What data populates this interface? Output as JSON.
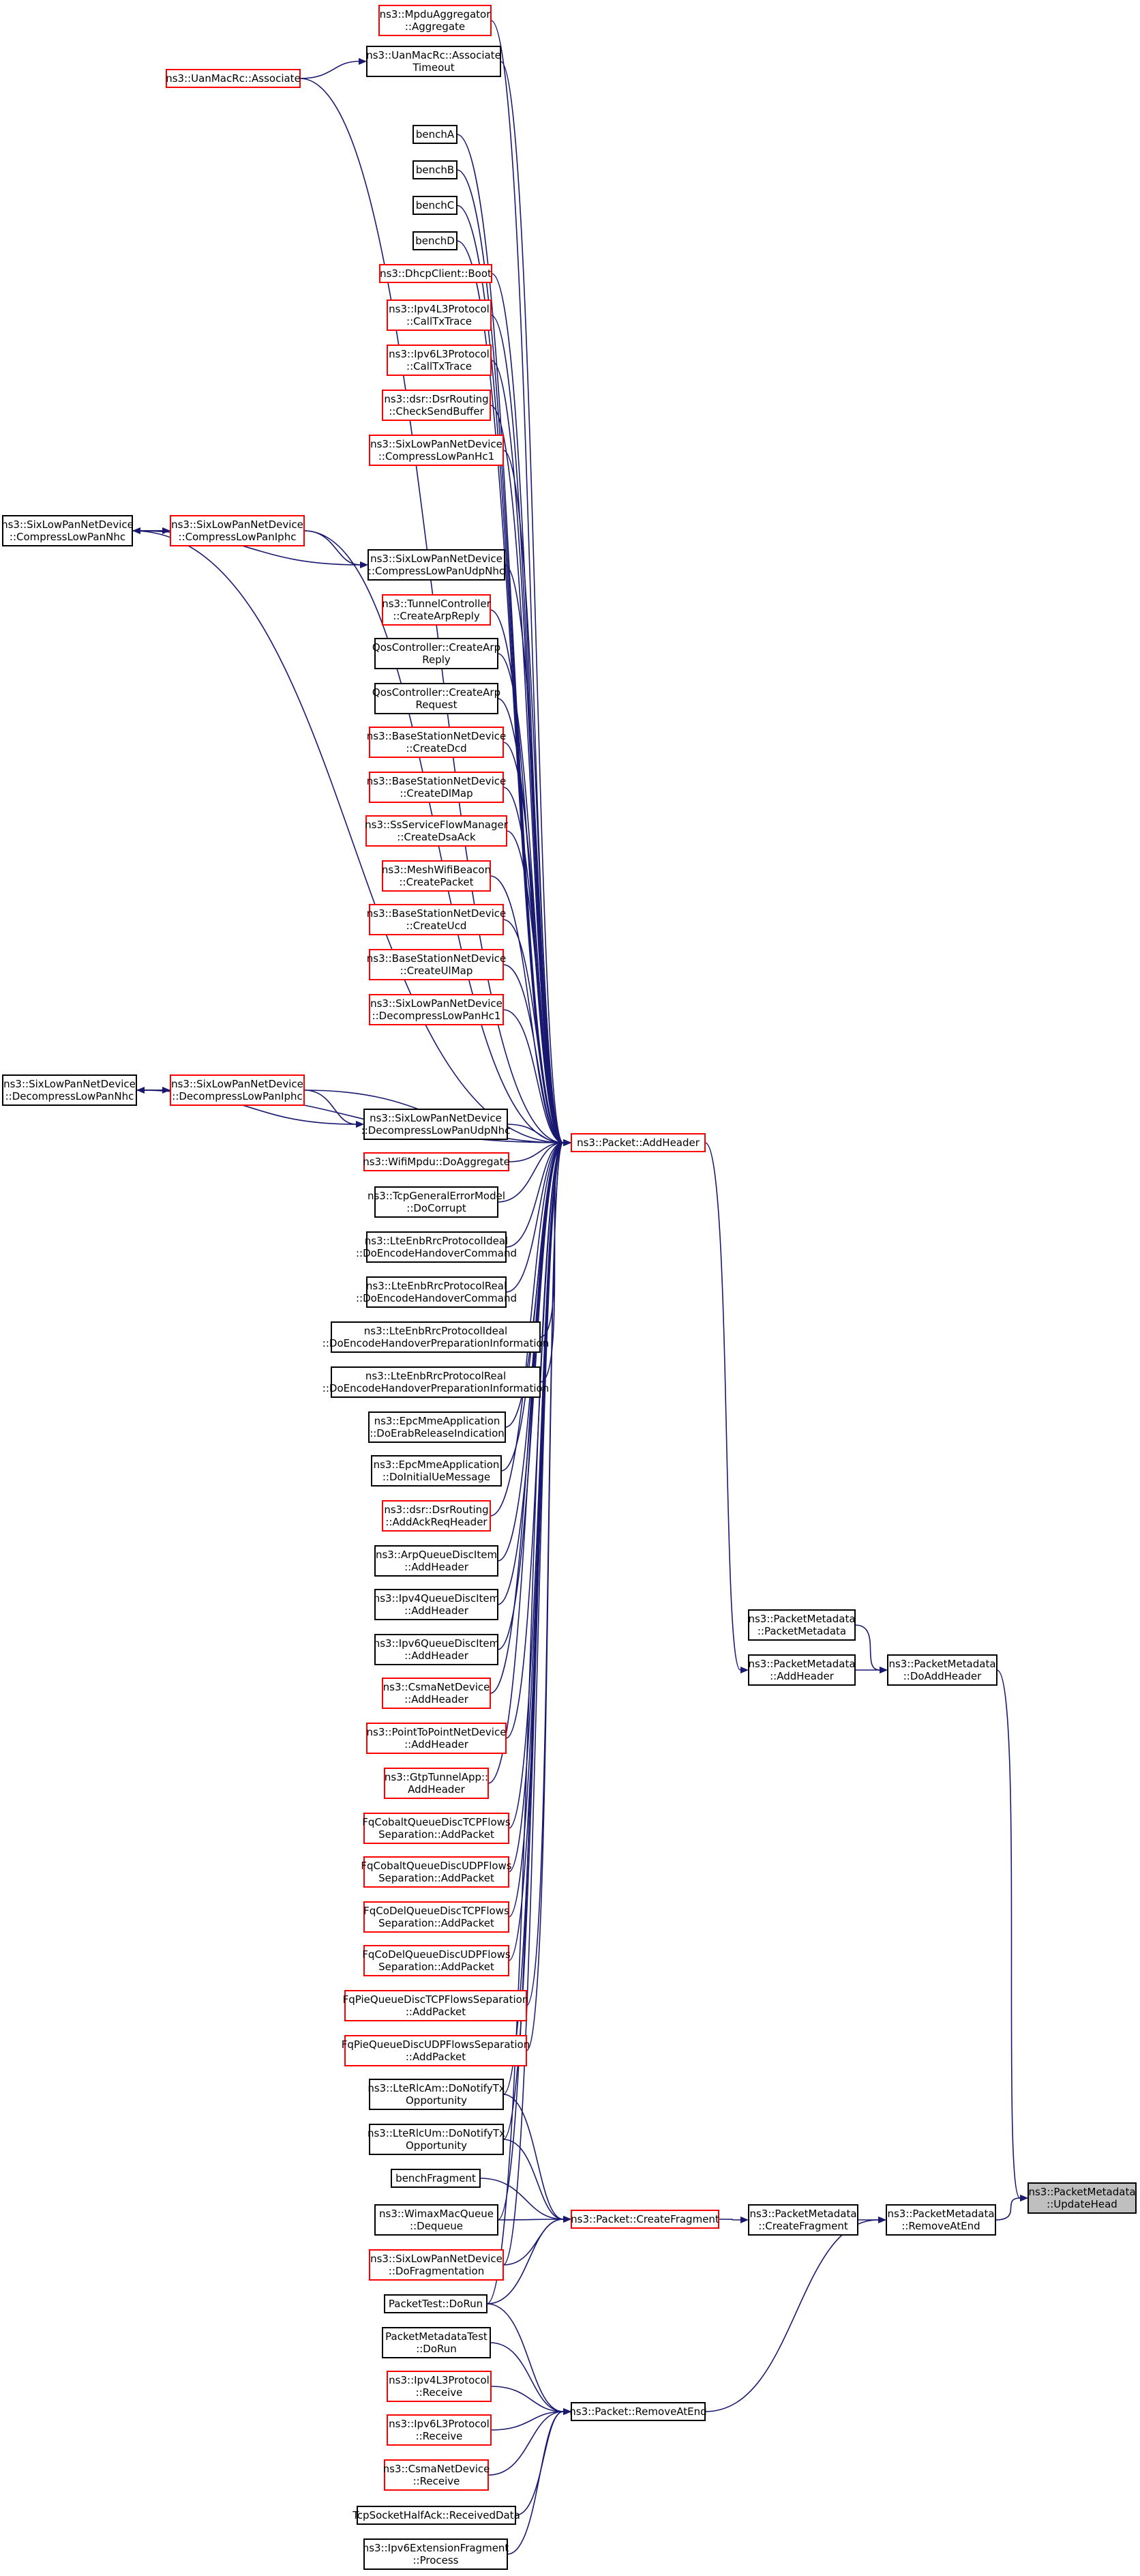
{
  "colors": {
    "edge": "#191970",
    "red_border": "#ff0000",
    "black_border": "#000000",
    "focus_fill": "#bfbfbf"
  },
  "nodes": [
    {
      "id": "mpduAgg",
      "lines": [
        "ns3::MpduAggregator",
        "::Aggregate"
      ],
      "border": "red"
    },
    {
      "id": "uanTimeout",
      "lines": [
        "ns3::UanMacRc::Associate",
        "Timeout"
      ],
      "border": "black"
    },
    {
      "id": "uanAssoc",
      "lines": [
        "ns3::UanMacRc::Associate"
      ],
      "border": "red"
    },
    {
      "id": "benchA",
      "lines": [
        "benchA"
      ],
      "border": "black"
    },
    {
      "id": "benchB",
      "lines": [
        "benchB"
      ],
      "border": "black"
    },
    {
      "id": "benchC",
      "lines": [
        "benchC"
      ],
      "border": "black"
    },
    {
      "id": "benchD",
      "lines": [
        "benchD"
      ],
      "border": "black"
    },
    {
      "id": "dhcpBoot",
      "lines": [
        "ns3::DhcpClient::Boot"
      ],
      "border": "red"
    },
    {
      "id": "ipv4Call",
      "lines": [
        "ns3::Ipv4L3Protocol",
        "::CallTxTrace"
      ],
      "border": "red"
    },
    {
      "id": "ipv6Call",
      "lines": [
        "ns3::Ipv6L3Protocol",
        "::CallTxTrace"
      ],
      "border": "red"
    },
    {
      "id": "dsrCheck",
      "lines": [
        "ns3::dsr::DsrRouting",
        "::CheckSendBuffer"
      ],
      "border": "red"
    },
    {
      "id": "compHc1",
      "lines": [
        "ns3::SixLowPanNetDevice",
        "::CompressLowPanHc1"
      ],
      "border": "red"
    },
    {
      "id": "compNhc",
      "lines": [
        "ns3::SixLowPanNetDevice",
        "::CompressLowPanNhc"
      ],
      "border": "black"
    },
    {
      "id": "compIphc",
      "lines": [
        "ns3::SixLowPanNetDevice",
        "::CompressLowPanIphc"
      ],
      "border": "red"
    },
    {
      "id": "compUdp",
      "lines": [
        "ns3::SixLowPanNetDevice",
        "::CompressLowPanUdpNhc"
      ],
      "border": "black"
    },
    {
      "id": "tunnelArp",
      "lines": [
        "ns3::TunnelController",
        "::CreateArpReply"
      ],
      "border": "red"
    },
    {
      "id": "qosReply",
      "lines": [
        "QosController::CreateArp",
        "Reply"
      ],
      "border": "black"
    },
    {
      "id": "qosReq",
      "lines": [
        "QosController::CreateArp",
        "Request"
      ],
      "border": "black"
    },
    {
      "id": "bsDcd",
      "lines": [
        "ns3::BaseStationNetDevice",
        "::CreateDcd"
      ],
      "border": "red"
    },
    {
      "id": "bsDlMap",
      "lines": [
        "ns3::BaseStationNetDevice",
        "::CreateDlMap"
      ],
      "border": "red"
    },
    {
      "id": "ssDsa",
      "lines": [
        "ns3::SsServiceFlowManager",
        "::CreateDsaAck"
      ],
      "border": "red"
    },
    {
      "id": "meshBeacon",
      "lines": [
        "ns3::MeshWifiBeacon",
        "::CreatePacket"
      ],
      "border": "red"
    },
    {
      "id": "bsUcd",
      "lines": [
        "ns3::BaseStationNetDevice",
        "::CreateUcd"
      ],
      "border": "red"
    },
    {
      "id": "bsUlMap",
      "lines": [
        "ns3::BaseStationNetDevice",
        "::CreateUlMap"
      ],
      "border": "red"
    },
    {
      "id": "decHc1",
      "lines": [
        "ns3::SixLowPanNetDevice",
        "::DecompressLowPanHc1"
      ],
      "border": "red"
    },
    {
      "id": "decNhc",
      "lines": [
        "ns3::SixLowPanNetDevice",
        "::DecompressLowPanNhc"
      ],
      "border": "black"
    },
    {
      "id": "decIphc",
      "lines": [
        "ns3::SixLowPanNetDevice",
        "::DecompressLowPanIphc"
      ],
      "border": "red"
    },
    {
      "id": "decUdp",
      "lines": [
        "ns3::SixLowPanNetDevice",
        "::DecompressLowPanUdpNhc"
      ],
      "border": "black"
    },
    {
      "id": "addHeader",
      "lines": [
        "ns3::Packet::AddHeader"
      ],
      "border": "red"
    },
    {
      "id": "wifiMpdu",
      "lines": [
        "ns3::WifiMpdu::DoAggregate"
      ],
      "border": "red"
    },
    {
      "id": "tcpErr",
      "lines": [
        "ns3::TcpGeneralErrorModel",
        "::DoCorrupt"
      ],
      "border": "black"
    },
    {
      "id": "lteIdealCmd",
      "lines": [
        "ns3::LteEnbRrcProtocolIdeal",
        "::DoEncodeHandoverCommand"
      ],
      "border": "black"
    },
    {
      "id": "lteRealCmd",
      "lines": [
        "ns3::LteEnbRrcProtocolReal",
        "::DoEncodeHandoverCommand"
      ],
      "border": "black"
    },
    {
      "id": "lteIdealPrep",
      "lines": [
        "ns3::LteEnbRrcProtocolIdeal",
        "::DoEncodeHandoverPreparationInformation"
      ],
      "border": "black"
    },
    {
      "id": "lteRealPrep",
      "lines": [
        "ns3::LteEnbRrcProtocolReal",
        "::DoEncodeHandoverPreparationInformation"
      ],
      "border": "black"
    },
    {
      "id": "epcErab",
      "lines": [
        "ns3::EpcMmeApplication",
        "::DoErabReleaseIndication"
      ],
      "border": "black"
    },
    {
      "id": "epcUe",
      "lines": [
        "ns3::EpcMmeApplication",
        "::DoInitialUeMessage"
      ],
      "border": "black"
    },
    {
      "id": "dsrAck",
      "lines": [
        "ns3::dsr::DsrRouting",
        "::AddAckReqHeader"
      ],
      "border": "red"
    },
    {
      "id": "arpQdi",
      "lines": [
        "ns3::ArpQueueDiscItem",
        "::AddHeader"
      ],
      "border": "black"
    },
    {
      "id": "ipv4Qdi",
      "lines": [
        "ns3::Ipv4QueueDiscItem",
        "::AddHeader"
      ],
      "border": "black"
    },
    {
      "id": "ipv6Qdi",
      "lines": [
        "ns3::Ipv6QueueDiscItem",
        "::AddHeader"
      ],
      "border": "black"
    },
    {
      "id": "csmaAdd",
      "lines": [
        "ns3::CsmaNetDevice",
        "::AddHeader"
      ],
      "border": "red"
    },
    {
      "id": "p2pAdd",
      "lines": [
        "ns3::PointToPointNetDevice",
        "::AddHeader"
      ],
      "border": "red"
    },
    {
      "id": "gtpAdd",
      "lines": [
        "ns3::GtpTunnelApp::",
        "AddHeader"
      ],
      "border": "red"
    },
    {
      "id": "fqCobTcp",
      "lines": [
        "FqCobaltQueueDiscTCPFlows",
        "Separation::AddPacket"
      ],
      "border": "red"
    },
    {
      "id": "fqCobUdp",
      "lines": [
        "FqCobaltQueueDiscUDPFlows",
        "Separation::AddPacket"
      ],
      "border": "red"
    },
    {
      "id": "fqCoDTcp",
      "lines": [
        "FqCoDelQueueDiscTCPFlows",
        "Separation::AddPacket"
      ],
      "border": "red"
    },
    {
      "id": "fqCoDUdp",
      "lines": [
        "FqCoDelQueueDiscUDPFlows",
        "Separation::AddPacket"
      ],
      "border": "red"
    },
    {
      "id": "fqPieTcp",
      "lines": [
        "FqPieQueueDiscTCPFlowsSeparation",
        "::AddPacket"
      ],
      "border": "red"
    },
    {
      "id": "fqPieUdp",
      "lines": [
        "FqPieQueueDiscUDPFlowsSeparation",
        "::AddPacket"
      ],
      "border": "red"
    },
    {
      "id": "rlcAm",
      "lines": [
        "ns3::LteRlcAm::DoNotifyTx",
        "Opportunity"
      ],
      "border": "black"
    },
    {
      "id": "rlcUm",
      "lines": [
        "ns3::LteRlcUm::DoNotifyTx",
        "Opportunity"
      ],
      "border": "black"
    },
    {
      "id": "benchFrag",
      "lines": [
        "benchFragment"
      ],
      "border": "black"
    },
    {
      "id": "wimaxDeq",
      "lines": [
        "ns3::WimaxMacQueue",
        "::Dequeue"
      ],
      "border": "black"
    },
    {
      "id": "sixFrag",
      "lines": [
        "ns3::SixLowPanNetDevice",
        "::DoFragmentation"
      ],
      "border": "red"
    },
    {
      "id": "createFrag",
      "lines": [
        "ns3::Packet::CreateFragment"
      ],
      "border": "red"
    },
    {
      "id": "pktTest",
      "lines": [
        "PacketTest::DoRun"
      ],
      "border": "black"
    },
    {
      "id": "pmTest",
      "lines": [
        "PacketMetadataTest",
        "::DoRun"
      ],
      "border": "black"
    },
    {
      "id": "ipv4Recv",
      "lines": [
        "ns3::Ipv4L3Protocol",
        "::Receive"
      ],
      "border": "red"
    },
    {
      "id": "ipv6Recv",
      "lines": [
        "ns3::Ipv6L3Protocol",
        "::Receive"
      ],
      "border": "red"
    },
    {
      "id": "csmaRecv",
      "lines": [
        "ns3::CsmaNetDevice",
        "::Receive"
      ],
      "border": "red"
    },
    {
      "id": "tcpHalf",
      "lines": [
        "TcpSocketHalfAck::ReceivedData"
      ],
      "border": "black"
    },
    {
      "id": "ipv6Ext",
      "lines": [
        "ns3::Ipv6ExtensionFragment",
        "::Process"
      ],
      "border": "black"
    },
    {
      "id": "removeAtEnd",
      "lines": [
        "ns3::Packet::RemoveAtEnd"
      ],
      "border": "black"
    },
    {
      "id": "pmPm",
      "lines": [
        "ns3::PacketMetadata",
        "::PacketMetadata"
      ],
      "border": "black"
    },
    {
      "id": "pmAdd",
      "lines": [
        "ns3::PacketMetadata",
        "::AddHeader"
      ],
      "border": "black"
    },
    {
      "id": "pmDoAdd",
      "lines": [
        "ns3::PacketMetadata",
        "::DoAddHeader"
      ],
      "border": "black"
    },
    {
      "id": "pmCreateFrag",
      "lines": [
        "ns3::PacketMetadata",
        "::CreateFragment"
      ],
      "border": "black"
    },
    {
      "id": "pmRemove",
      "lines": [
        "ns3::PacketMetadata",
        "::RemoveAtEnd"
      ],
      "border": "black"
    },
    {
      "id": "pmUpdate",
      "lines": [
        "ns3::PacketMetadata",
        "::UpdateHead"
      ],
      "border": "focus"
    }
  ],
  "edges": [
    [
      "pmDoAdd",
      "pmUpdate"
    ],
    [
      "pmRemove",
      "pmUpdate"
    ],
    [
      "pmPm",
      "pmDoAdd"
    ],
    [
      "pmAdd",
      "pmDoAdd"
    ],
    [
      "addHeader",
      "pmAdd"
    ],
    [
      "pmCreateFrag",
      "pmRemove"
    ],
    [
      "removeAtEnd",
      "pmRemove"
    ],
    [
      "createFrag",
      "pmCreateFrag"
    ],
    [
      "mpduAgg",
      "addHeader"
    ],
    [
      "uanTimeout",
      "addHeader"
    ],
    [
      "uanAssoc",
      "addHeader"
    ],
    [
      "uanAssoc",
      "uanTimeout"
    ],
    [
      "benchA",
      "addHeader"
    ],
    [
      "benchB",
      "addHeader"
    ],
    [
      "benchC",
      "addHeader"
    ],
    [
      "benchD",
      "addHeader"
    ],
    [
      "dhcpBoot",
      "addHeader"
    ],
    [
      "ipv4Call",
      "addHeader"
    ],
    [
      "ipv6Call",
      "addHeader"
    ],
    [
      "dsrCheck",
      "addHeader"
    ],
    [
      "compHc1",
      "addHeader"
    ],
    [
      "compNhc",
      "addHeader"
    ],
    [
      "compNhc",
      "compIphc"
    ],
    [
      "compNhc",
      "compUdp"
    ],
    [
      "compIphc",
      "compNhc"
    ],
    [
      "compIphc",
      "addHeader"
    ],
    [
      "compIphc",
      "compUdp"
    ],
    [
      "compUdp",
      "addHeader"
    ],
    [
      "tunnelArp",
      "addHeader"
    ],
    [
      "qosReply",
      "addHeader"
    ],
    [
      "qosReq",
      "addHeader"
    ],
    [
      "bsDcd",
      "addHeader"
    ],
    [
      "bsDlMap",
      "addHeader"
    ],
    [
      "ssDsa",
      "addHeader"
    ],
    [
      "meshBeacon",
      "addHeader"
    ],
    [
      "bsUcd",
      "addHeader"
    ],
    [
      "bsUlMap",
      "addHeader"
    ],
    [
      "decHc1",
      "addHeader"
    ],
    [
      "decNhc",
      "addHeader"
    ],
    [
      "decNhc",
      "decIphc"
    ],
    [
      "decNhc",
      "decUdp"
    ],
    [
      "decIphc",
      "decNhc"
    ],
    [
      "decIphc",
      "addHeader"
    ],
    [
      "decIphc",
      "decUdp"
    ],
    [
      "decUdp",
      "addHeader"
    ],
    [
      "wifiMpdu",
      "addHeader"
    ],
    [
      "tcpErr",
      "addHeader"
    ],
    [
      "lteIdealCmd",
      "addHeader"
    ],
    [
      "lteRealCmd",
      "addHeader"
    ],
    [
      "lteIdealPrep",
      "addHeader"
    ],
    [
      "lteRealPrep",
      "addHeader"
    ],
    [
      "epcErab",
      "addHeader"
    ],
    [
      "epcUe",
      "addHeader"
    ],
    [
      "dsrAck",
      "addHeader"
    ],
    [
      "arpQdi",
      "addHeader"
    ],
    [
      "ipv4Qdi",
      "addHeader"
    ],
    [
      "ipv6Qdi",
      "addHeader"
    ],
    [
      "csmaAdd",
      "addHeader"
    ],
    [
      "p2pAdd",
      "addHeader"
    ],
    [
      "gtpAdd",
      "addHeader"
    ],
    [
      "fqCobTcp",
      "addHeader"
    ],
    [
      "fqCobUdp",
      "addHeader"
    ],
    [
      "fqCoDTcp",
      "addHeader"
    ],
    [
      "fqCoDUdp",
      "addHeader"
    ],
    [
      "fqPieTcp",
      "addHeader"
    ],
    [
      "fqPieUdp",
      "addHeader"
    ],
    [
      "rlcAm",
      "addHeader"
    ],
    [
      "rlcUm",
      "addHeader"
    ],
    [
      "wimaxDeq",
      "addHeader"
    ],
    [
      "sixFrag",
      "addHeader"
    ],
    [
      "pktTest",
      "addHeader"
    ],
    [
      "rlcAm",
      "createFrag"
    ],
    [
      "rlcUm",
      "createFrag"
    ],
    [
      "benchFrag",
      "createFrag"
    ],
    [
      "wimaxDeq",
      "createFrag"
    ],
    [
      "sixFrag",
      "createFrag"
    ],
    [
      "pktTest",
      "createFrag"
    ],
    [
      "pktTest",
      "removeAtEnd"
    ],
    [
      "pmTest",
      "removeAtEnd"
    ],
    [
      "ipv4Recv",
      "removeAtEnd"
    ],
    [
      "ipv6Recv",
      "removeAtEnd"
    ],
    [
      "csmaRecv",
      "removeAtEnd"
    ],
    [
      "tcpHalf",
      "removeAtEnd"
    ],
    [
      "ipv6Ext",
      "removeAtEnd"
    ]
  ]
}
